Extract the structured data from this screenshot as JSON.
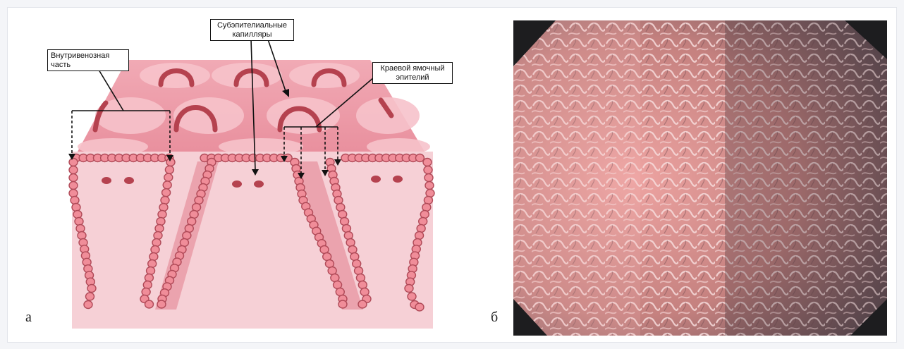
{
  "figure": {
    "panel_a": {
      "letter": "а",
      "labels": {
        "intravenous": [
          "Внутривенозная",
          "часть"
        ],
        "subepithelial": [
          "Субэпителиальные",
          "капилляры"
        ],
        "marginal": [
          "Краевой ямочный",
          "эпителий"
        ]
      }
    },
    "panel_b": {
      "letter": "б"
    },
    "colors": {
      "tissue_light": "#f6d0d6",
      "tissue_mid": "#eba3ae",
      "epithelium": "#e58a96",
      "capillary": "#b5424f",
      "arrow": "#111111"
    }
  }
}
